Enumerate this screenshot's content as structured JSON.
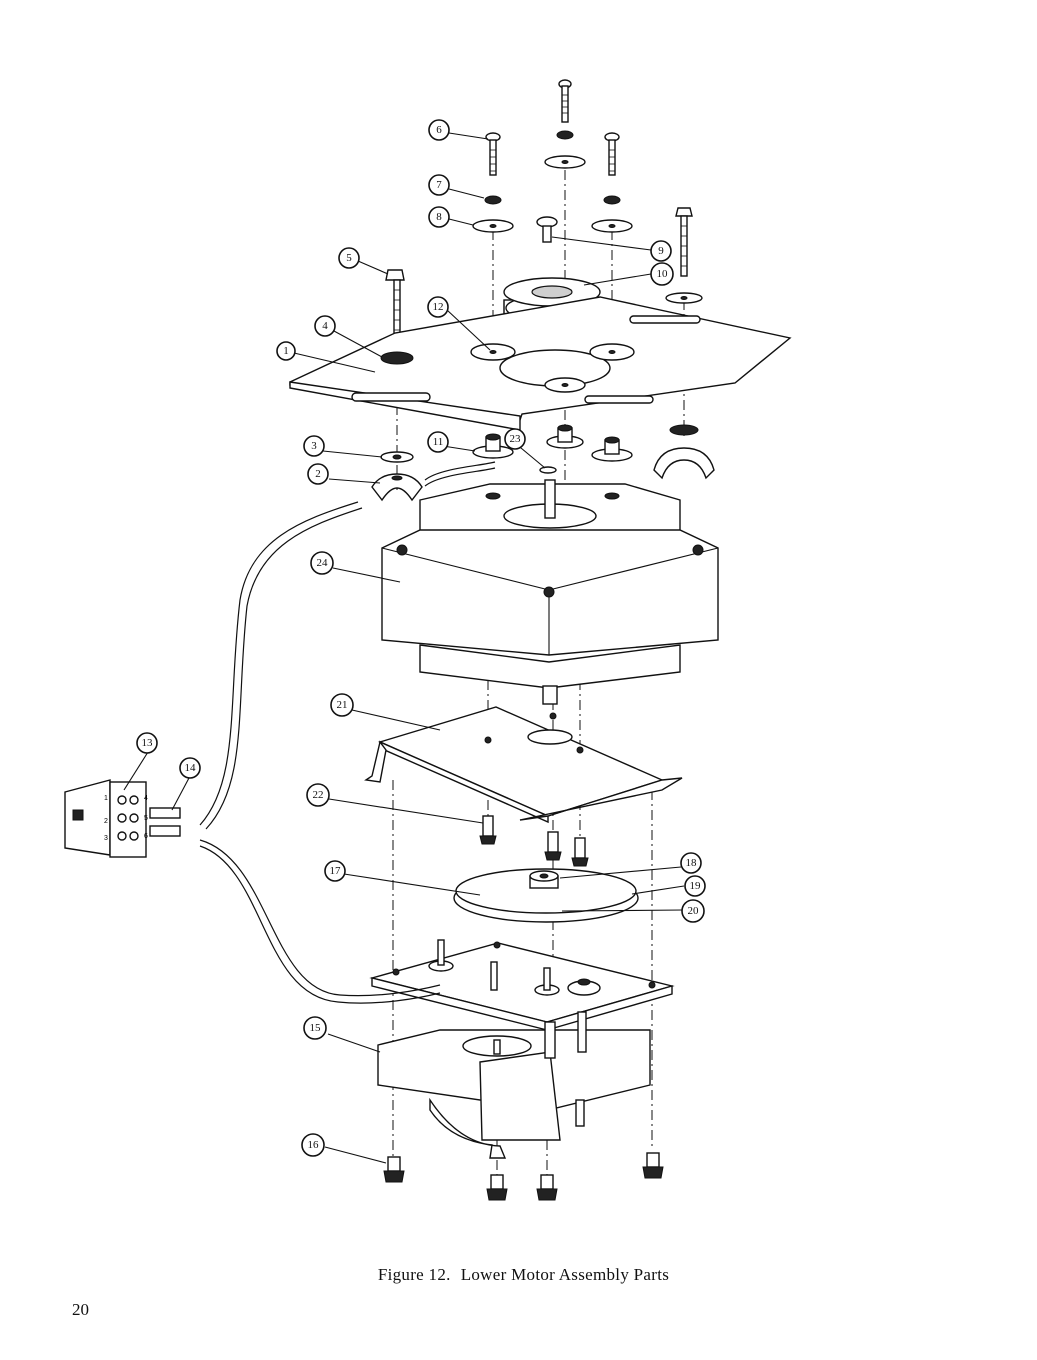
{
  "figure": {
    "label": "Figure 12.",
    "title": "Lower Motor Assembly Parts"
  },
  "page_number": "20",
  "callouts": [
    "1",
    "2",
    "3",
    "4",
    "5",
    "6",
    "7",
    "8",
    "9",
    "10",
    "11",
    "12",
    "13",
    "14",
    "15",
    "16",
    "17",
    "18",
    "19",
    "20",
    "21",
    "22",
    "23",
    "24"
  ],
  "connector_pins": [
    "1",
    "2",
    "3",
    "4",
    "5",
    "6"
  ]
}
